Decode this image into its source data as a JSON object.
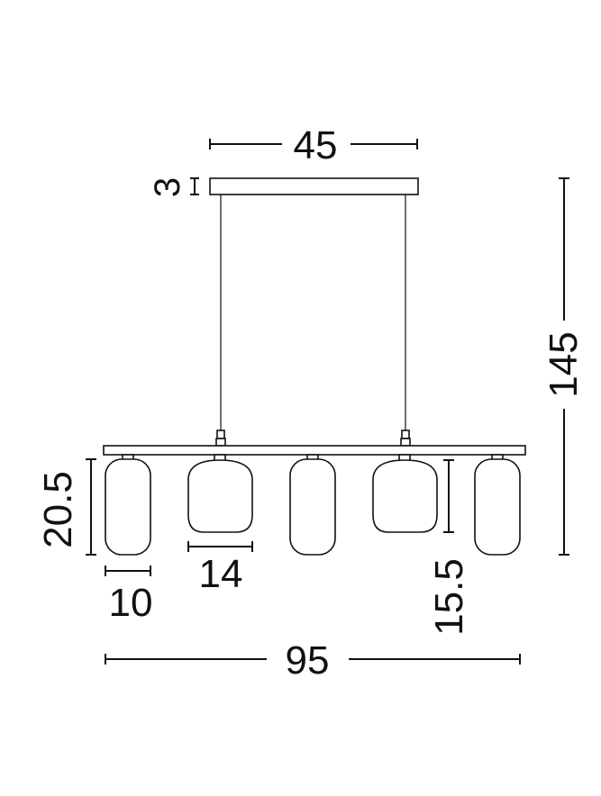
{
  "dimensions": {
    "canopy_width": "45",
    "canopy_height": "3",
    "total_height": "145",
    "tall_shade_height": "20.5",
    "tall_shade_width": "10",
    "round_shade_width": "14",
    "round_shade_height": "15.5",
    "total_width": "95"
  }
}
